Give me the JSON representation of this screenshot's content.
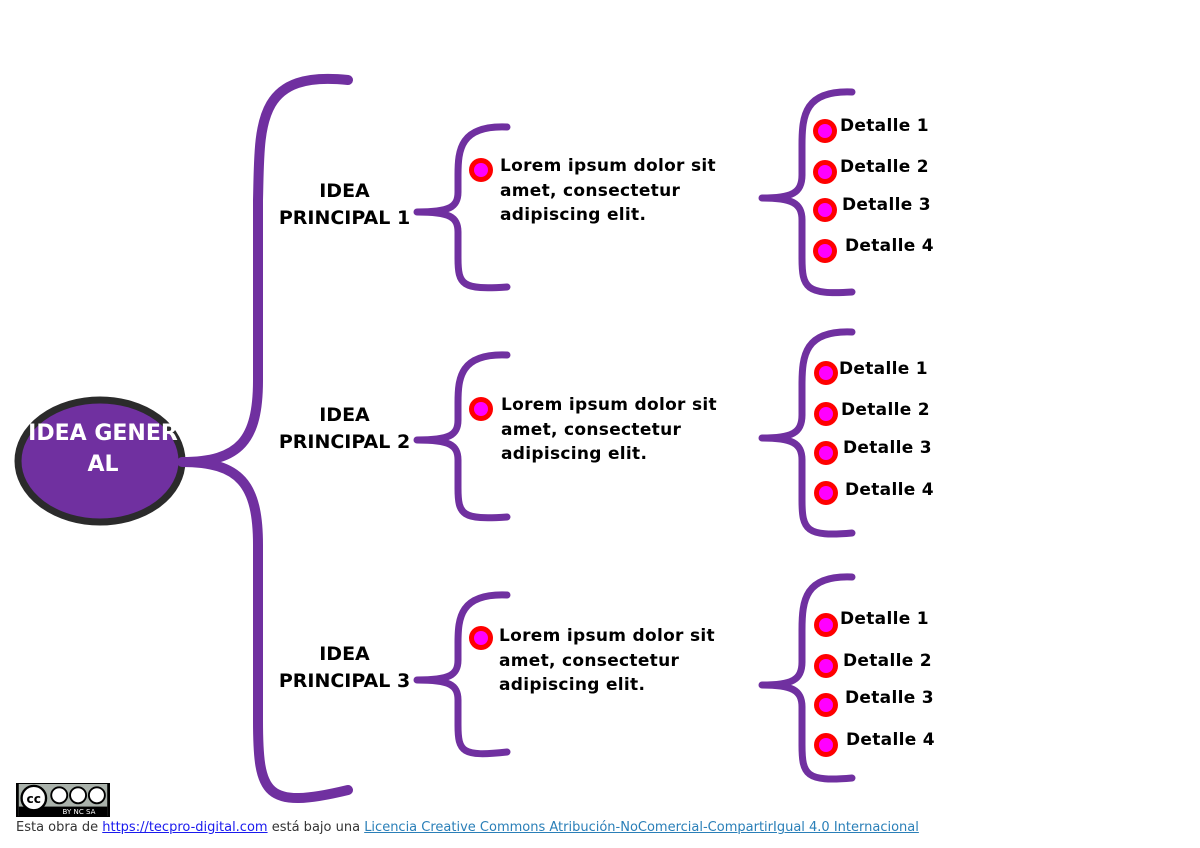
{
  "center": {
    "label": "IDEA GENERAL",
    "color": "#7030a0"
  },
  "accent": {
    "brace": "#7030a0",
    "bullet_ring": "#ff0000",
    "bullet_fill": "#ff00ff"
  },
  "ideas": [
    {
      "title": "IDEA PRINCIPAL 1",
      "text": "Lorem ipsum dolor sit amet, consectetur adipiscing elit.",
      "details": [
        "Detalle 1",
        "Detalle 2",
        "Detalle 3",
        "Detalle 4"
      ]
    },
    {
      "title": "IDEA PRINCIPAL 2",
      "text": "Lorem ipsum dolor sit amet, consectetur adipiscing elit.",
      "details": [
        "Detalle 1",
        "Detalle 2",
        "Detalle 3",
        "Detalle 4"
      ]
    },
    {
      "title": "IDEA PRINCIPAL 3",
      "text": "Lorem ipsum dolor sit amet, consectetur adipiscing elit.",
      "details": [
        "Detalle 1",
        "Detalle 2",
        "Detalle 3",
        "Detalle 4"
      ]
    }
  ],
  "license": {
    "badge": "BY NC SA",
    "prefix": "Esta obra de",
    "site": "https://tecpro-digital.com",
    "middle": "está bajo una",
    "license_name": "Licencia Creative Commons Atribución-NoComercial-CompartirIgual 4.0 Internacional"
  }
}
